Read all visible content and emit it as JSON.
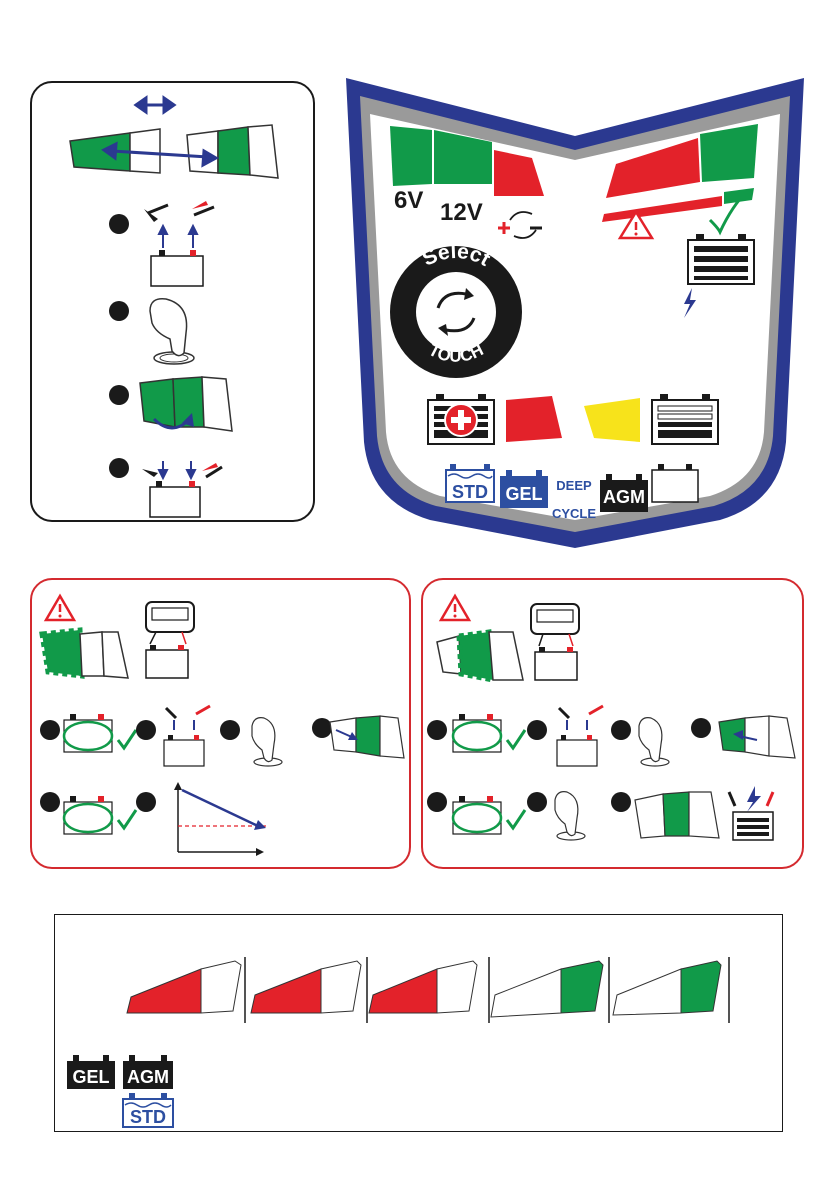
{
  "panel": {
    "voltage_6v": "6V",
    "voltage_12v": "12V",
    "select_word": "Select",
    "touch_word": "TOUCH",
    "types": {
      "std": "STD",
      "gel": "GEL",
      "deep_top": "DEEP",
      "deep_bottom": "CYCLE",
      "agm": "AGM"
    }
  },
  "bottom_legend": {
    "gel": "GEL",
    "agm": "AGM",
    "std": "STD"
  },
  "colors": {
    "green": "#119a49",
    "red": "#e3222a",
    "yellow": "#f7e31b",
    "navy": "#2b3990",
    "blue_box": "#2d4fa1"
  },
  "icons": [
    "bidirectional-arrow-icon",
    "clamp-icon",
    "battery-icon",
    "finger-press-icon",
    "warning-icon",
    "checkmark-icon",
    "lightning-icon",
    "refresh-icon",
    "plus-icon"
  ]
}
